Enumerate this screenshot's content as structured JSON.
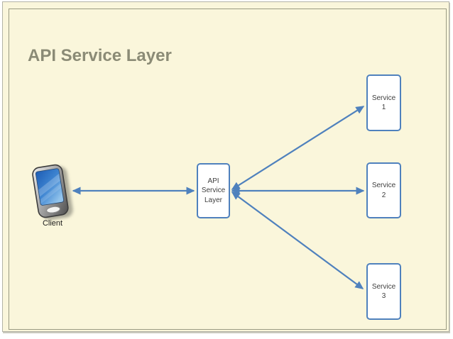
{
  "slide": {
    "title": "API Service Layer",
    "background_color": "#FAF6DB",
    "frame_border_color": "#9A9A82",
    "title_color": "#8B8B76"
  },
  "diagram": {
    "accent_color": "#4F81BD",
    "node_fill_color": "#FFFFFF",
    "node_text_color": "#3F3F3F",
    "client": {
      "label": "Client",
      "icon": "smartphone-icon"
    },
    "api_box": {
      "line1": "API",
      "line2": "Service",
      "line3": "Layer"
    },
    "services": [
      {
        "line1": "Service",
        "line2": "1"
      },
      {
        "line1": "Service",
        "line2": "2"
      },
      {
        "line1": "Service",
        "line2": "3"
      }
    ],
    "connections": [
      {
        "from": "Client",
        "to": "API Service Layer",
        "type": "bidirectional"
      },
      {
        "from": "API Service Layer",
        "to": "Service 1",
        "type": "bidirectional"
      },
      {
        "from": "API Service Layer",
        "to": "Service 2",
        "type": "bidirectional"
      },
      {
        "from": "API Service Layer",
        "to": "Service 3",
        "type": "bidirectional"
      }
    ]
  }
}
